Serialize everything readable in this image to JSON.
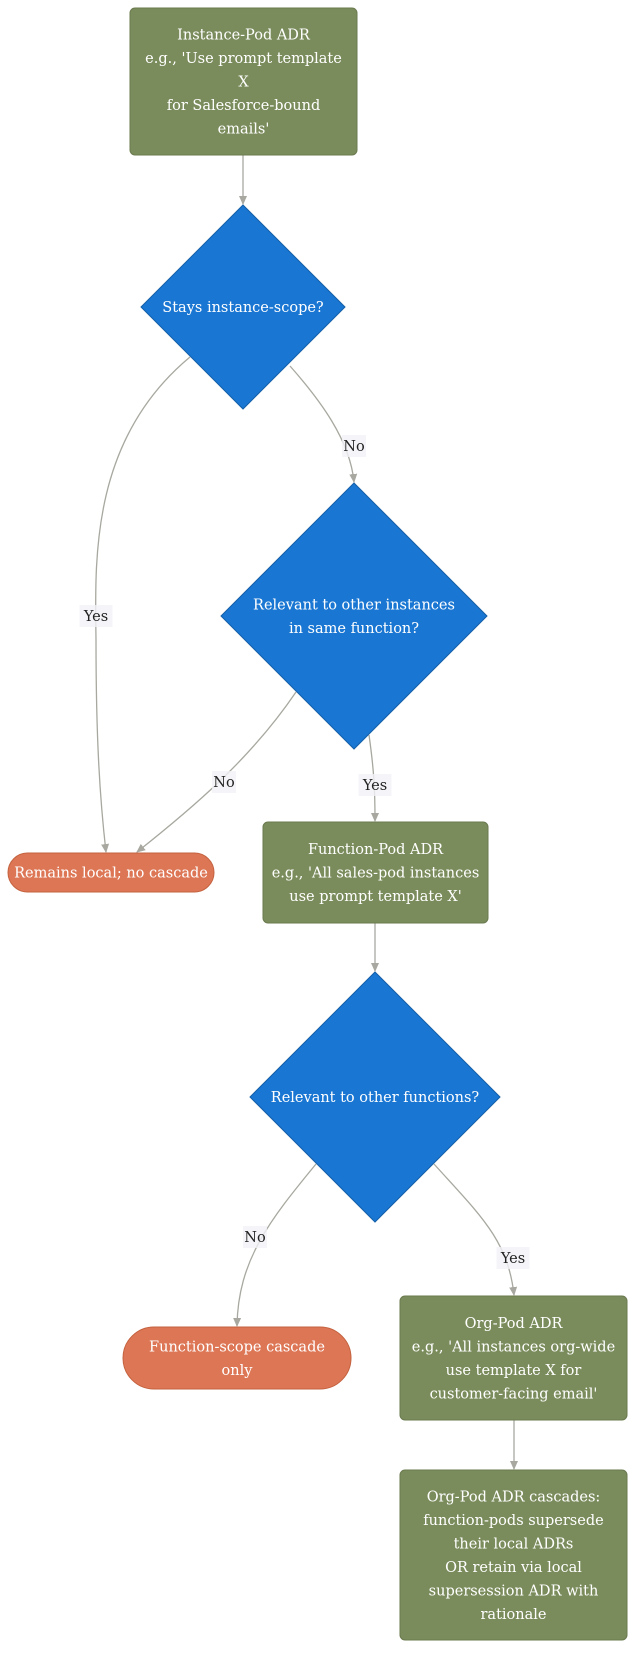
{
  "colors": {
    "process": "#7b8c5c",
    "process_border": "#6a7a4e",
    "decision": "#1976d2",
    "decision_border": "#145fa8",
    "terminal": "#dd7655",
    "terminal_border": "#c4623f",
    "edge": "#a8a8a0",
    "label_bg": "#f2f1f6"
  },
  "nodes": [
    {
      "id": "instance-pod-adr",
      "type": "process",
      "lines": [
        "Instance-Pod ADR",
        "e.g., 'Use prompt template",
        "X",
        "for Salesforce-bound",
        "emails'"
      ]
    },
    {
      "id": "stays-instance-scope",
      "type": "decision",
      "lines": [
        "Stays instance-scope?"
      ]
    },
    {
      "id": "relevant-other-instances",
      "type": "decision",
      "lines": [
        "Relevant to other instances",
        "in same function?"
      ]
    },
    {
      "id": "remains-local",
      "type": "terminal",
      "lines": [
        "Remains local; no cascade"
      ]
    },
    {
      "id": "function-pod-adr",
      "type": "process",
      "lines": [
        "Function-Pod ADR",
        "e.g., 'All sales-pod instances",
        "use prompt template X'"
      ]
    },
    {
      "id": "relevant-other-functions",
      "type": "decision",
      "lines": [
        "Relevant to other functions?"
      ]
    },
    {
      "id": "function-scope-cascade",
      "type": "terminal",
      "lines": [
        "Function-scope cascade",
        "only"
      ]
    },
    {
      "id": "org-pod-adr",
      "type": "process",
      "lines": [
        "Org-Pod ADR",
        "e.g., 'All instances org-wide",
        "use template X for",
        "customer-facing email'"
      ]
    },
    {
      "id": "org-pod-adr-cascades",
      "type": "process",
      "lines": [
        "Org-Pod ADR cascades:",
        "function-pods supersede",
        "their local ADRs",
        "OR retain via local",
        "supersession ADR with",
        "rationale"
      ]
    }
  ],
  "edges": [
    {
      "id": "edge-1",
      "label": ""
    },
    {
      "id": "edge-2",
      "label": "Yes"
    },
    {
      "id": "edge-3",
      "label": "No"
    },
    {
      "id": "edge-4",
      "label": "No"
    },
    {
      "id": "edge-5",
      "label": "Yes"
    },
    {
      "id": "edge-6",
      "label": ""
    },
    {
      "id": "edge-7",
      "label": "No"
    },
    {
      "id": "edge-8",
      "label": "Yes"
    },
    {
      "id": "edge-9",
      "label": ""
    }
  ]
}
